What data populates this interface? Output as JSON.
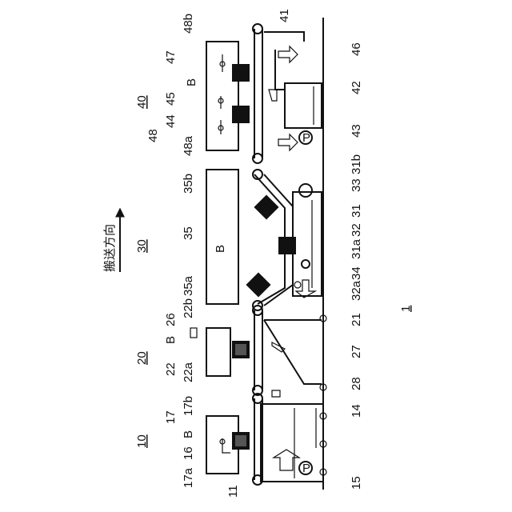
{
  "direction_label": "搬送方向",
  "section_labels": {
    "s10": "10",
    "s20": "20",
    "s30": "30",
    "s40": "40",
    "overall": "1"
  },
  "part_labels": [
    {
      "id": "17a",
      "text": "17a"
    },
    {
      "id": "16",
      "text": "16"
    },
    {
      "id": "B1",
      "text": "B"
    },
    {
      "id": "17",
      "text": "17"
    },
    {
      "id": "17b",
      "text": "17b"
    },
    {
      "id": "22",
      "text": "22"
    },
    {
      "id": "22a",
      "text": "22a"
    },
    {
      "id": "B2",
      "text": "B"
    },
    {
      "id": "26",
      "text": "26"
    },
    {
      "id": "22b",
      "text": "22b"
    },
    {
      "id": "35a",
      "text": "35a"
    },
    {
      "id": "B3",
      "text": "B"
    },
    {
      "id": "35",
      "text": "35"
    },
    {
      "id": "35b",
      "text": "35b"
    },
    {
      "id": "48",
      "text": "48"
    },
    {
      "id": "48a",
      "text": "48a"
    },
    {
      "id": "44",
      "text": "44"
    },
    {
      "id": "45",
      "text": "45"
    },
    {
      "id": "B4",
      "text": "B"
    },
    {
      "id": "47",
      "text": "47"
    },
    {
      "id": "48b",
      "text": "48b"
    },
    {
      "id": "11",
      "text": "11"
    },
    {
      "id": "15",
      "text": "15"
    },
    {
      "id": "14",
      "text": "14"
    },
    {
      "id": "28",
      "text": "28"
    },
    {
      "id": "27",
      "text": "27"
    },
    {
      "id": "21",
      "text": "21"
    },
    {
      "id": "32a",
      "text": "32a"
    },
    {
      "id": "34",
      "text": "34"
    },
    {
      "id": "31a",
      "text": "31a"
    },
    {
      "id": "32",
      "text": "32"
    },
    {
      "id": "31",
      "text": "31"
    },
    {
      "id": "33",
      "text": "33"
    },
    {
      "id": "31b",
      "text": "31b"
    },
    {
      "id": "43",
      "text": "43"
    },
    {
      "id": "42",
      "text": "42"
    },
    {
      "id": "46",
      "text": "46"
    },
    {
      "id": "41",
      "text": "41"
    }
  ]
}
